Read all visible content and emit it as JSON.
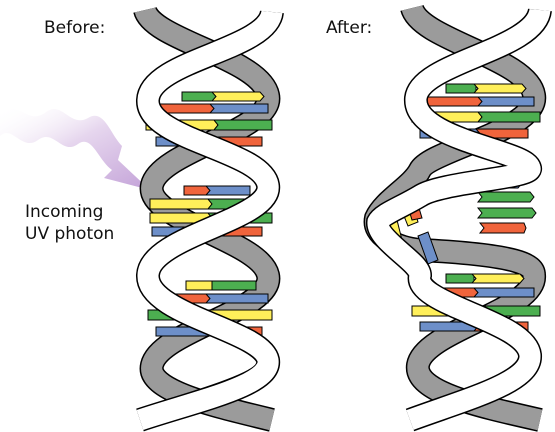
{
  "labels": {
    "before": "Before:",
    "after": "After:",
    "photon_line1": "Incoming",
    "photon_line2": "UV photon"
  },
  "colors": {
    "strand_front": "#ffffff",
    "strand_back": "#9b9b9b",
    "outline": "#000000",
    "base_green": "#4caf50",
    "base_yellow": "#ffef5a",
    "base_blue": "#6d8fc9",
    "base_red": "#f0643c",
    "photon": "#c9a6dc"
  },
  "icons": [
    "uv-photon-arrow-icon",
    "dna-double-helix-icon",
    "thymine-dimer-icon"
  ]
}
